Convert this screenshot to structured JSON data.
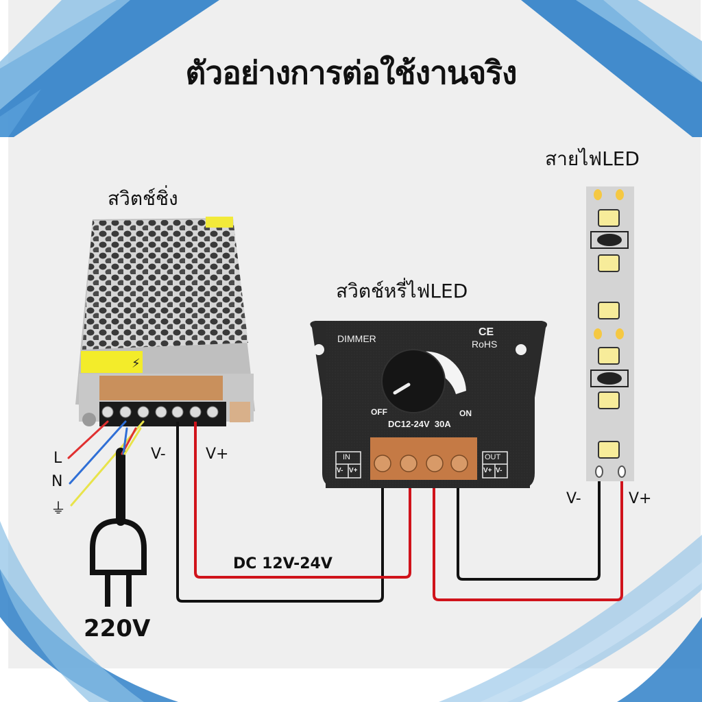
{
  "title": "ตัวอย่างการต่อใช้งานจริง",
  "components": {
    "power_supply": {
      "label": "สวิตช์ชิ่ง",
      "input_labels": [
        "L",
        "N",
        "⏚"
      ],
      "output_labels": {
        "negative": "V-",
        "positive": "V+"
      },
      "plug_voltage": "220V"
    },
    "dimmer": {
      "label": "สวิตช์หรี่ไฟLED",
      "brand_text": "DIMMER",
      "cert_ce": "CE",
      "cert_rohs": "RoHS",
      "knob_off": "OFF",
      "knob_on": "ON",
      "rating": "DC12-24V  30A",
      "in_label": "IN",
      "in_terminals": [
        "V-",
        "V+"
      ],
      "out_label": "OUT",
      "out_terminals": [
        "V+",
        "V-"
      ]
    },
    "led_strip": {
      "label": "สายไฟLED",
      "output_labels": {
        "negative": "V-",
        "positive": "V+"
      }
    }
  },
  "wiring": {
    "dc_label": "DC 12V-24V",
    "wire_colors": {
      "positive": "#d0131b",
      "negative": "#111111",
      "live": "#e03030",
      "neutral": "#2f6fd6",
      "earth": "#e8e34a"
    }
  },
  "theme": {
    "accent_blue": "#2f80c8",
    "light_blue": "#8cc0e6",
    "panel": "#efefef"
  }
}
